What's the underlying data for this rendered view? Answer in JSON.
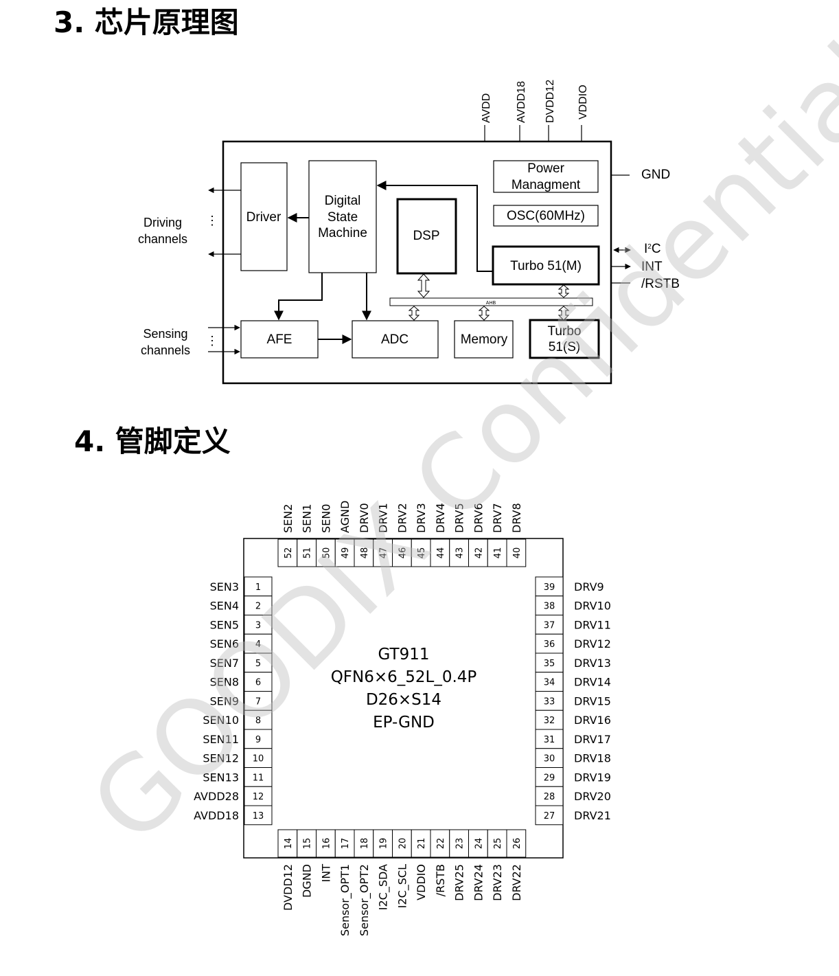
{
  "headings": {
    "block_diagram": "3. 芯片原理图",
    "pin_definition": "4.  管脚定义"
  },
  "block_diagram": {
    "power_pins": [
      "AVDD",
      "AVDD18",
      "DVDD12",
      "VDDIO"
    ],
    "gnd": "GND",
    "blocks": {
      "driver": "Driver",
      "dsm": [
        "Digital",
        "State",
        "Machine"
      ],
      "dsp": "DSP",
      "power": [
        "Power",
        "Managment"
      ],
      "osc": "OSC(60MHz)",
      "turbo_m": "Turbo 51(M)",
      "ahb": "AHB",
      "afe": "AFE",
      "adc": "ADC",
      "memory": "Memory",
      "turbo_s": [
        "Turbo",
        "51(S)"
      ]
    },
    "driving_channels": [
      "Driving",
      "channels"
    ],
    "sensing_channels": [
      "Sensing",
      "channels"
    ],
    "signals": {
      "i2c_base": "I",
      "i2c_sup": "2",
      "i2c_tail": "C",
      "int": "INT",
      "rstb": "/RSTB"
    },
    "dots": "⋮"
  },
  "pinout": {
    "chip_lines": [
      "GT911",
      "QFN6×6_52L_0.4P",
      "D26×S14",
      "EP-GND"
    ],
    "left": [
      {
        "num": "1",
        "name": "SEN3"
      },
      {
        "num": "2",
        "name": "SEN4"
      },
      {
        "num": "3",
        "name": "SEN5"
      },
      {
        "num": "4",
        "name": "SEN6"
      },
      {
        "num": "5",
        "name": "SEN7"
      },
      {
        "num": "6",
        "name": "SEN8"
      },
      {
        "num": "7",
        "name": "SEN9"
      },
      {
        "num": "8",
        "name": "SEN10"
      },
      {
        "num": "9",
        "name": "SEN11"
      },
      {
        "num": "10",
        "name": "SEN12"
      },
      {
        "num": "11",
        "name": "SEN13"
      },
      {
        "num": "12",
        "name": "AVDD28"
      },
      {
        "num": "13",
        "name": "AVDD18"
      }
    ],
    "right": [
      {
        "num": "39",
        "name": "DRV9"
      },
      {
        "num": "38",
        "name": "DRV10"
      },
      {
        "num": "37",
        "name": "DRV11"
      },
      {
        "num": "36",
        "name": "DRV12"
      },
      {
        "num": "35",
        "name": "DRV13"
      },
      {
        "num": "34",
        "name": "DRV14"
      },
      {
        "num": "33",
        "name": "DRV15"
      },
      {
        "num": "32",
        "name": "DRV16"
      },
      {
        "num": "31",
        "name": "DRV17"
      },
      {
        "num": "30",
        "name": "DRV18"
      },
      {
        "num": "29",
        "name": "DRV19"
      },
      {
        "num": "28",
        "name": "DRV20"
      },
      {
        "num": "27",
        "name": "DRV21"
      }
    ],
    "top": [
      {
        "num": "52",
        "name": "SEN2"
      },
      {
        "num": "51",
        "name": "SEN1"
      },
      {
        "num": "50",
        "name": "SEN0"
      },
      {
        "num": "49",
        "name": "AGND"
      },
      {
        "num": "48",
        "name": "DRV0"
      },
      {
        "num": "47",
        "name": "DRV1"
      },
      {
        "num": "46",
        "name": "DRV2"
      },
      {
        "num": "45",
        "name": "DRV3"
      },
      {
        "num": "44",
        "name": "DRV4"
      },
      {
        "num": "43",
        "name": "DRV5"
      },
      {
        "num": "42",
        "name": "DRV6"
      },
      {
        "num": "41",
        "name": "DRV7"
      },
      {
        "num": "40",
        "name": "DRV8"
      }
    ],
    "bottom": [
      {
        "num": "14",
        "name": "DVDD12"
      },
      {
        "num": "15",
        "name": "DGND"
      },
      {
        "num": "16",
        "name": "INT"
      },
      {
        "num": "17",
        "name": "Sensor_OPT1"
      },
      {
        "num": "18",
        "name": "Sensor_OPT2"
      },
      {
        "num": "19",
        "name": "I2C_SDA"
      },
      {
        "num": "20",
        "name": "I2C_SCL"
      },
      {
        "num": "21",
        "name": "VDDIO"
      },
      {
        "num": "22",
        "name": "/RSTB"
      },
      {
        "num": "23",
        "name": "DRV25"
      },
      {
        "num": "24",
        "name": "DRV24"
      },
      {
        "num": "25",
        "name": "DRV23"
      },
      {
        "num": "26",
        "name": "DRV22"
      }
    ]
  },
  "watermark": "GOODIX Confidential"
}
